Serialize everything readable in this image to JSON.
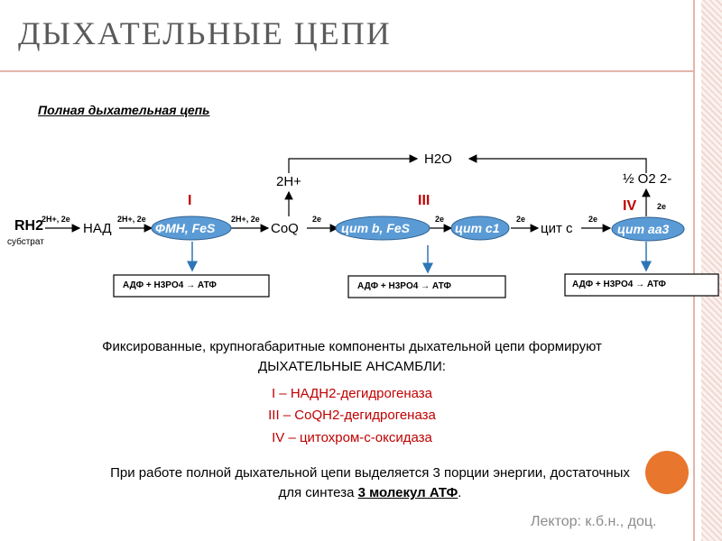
{
  "title": "ДЫХАТЕЛЬНЫЕ ЦЕПИ",
  "subtitle": "Полная дыхательная цепь",
  "chain": {
    "h2o": "H2O",
    "h_plus": "2H+",
    "half_o2": "½ O2 2-",
    "rh2": "RH2",
    "substrate": "субстрат",
    "nad": "НАД",
    "coq": "CoQ",
    "cyt_c": "цит с",
    "fmn": "ФМН, FeS",
    "cyt_b": "цит b, FeS",
    "cyt_c1": "цит c1",
    "cyt_aa3": "цит aa3",
    "label_2h_2e": "2H+, 2e",
    "label_2e": "2e",
    "roman_1": "I",
    "roman_3": "III",
    "roman_4": "IV",
    "atp_box": "АДФ + H3PO4 → АТФ"
  },
  "text": {
    "fixed_1": "Фиксированные, крупногабаритные компоненты дыхательной цепи формируют",
    "fixed_2": "ДЫХАТЕЛЬНЫЕ АНСАМБЛИ:",
    "ensemble_1": "I – НАДН2-дегидрогеназа",
    "ensemble_3": "III – CoQH2-дегидрогеназа",
    "ensemble_4": "IV – цитохром-с-оксидаза",
    "energy_1": "При работе полной дыхательной цепи выделяется 3 порции энергии, достаточных",
    "energy_2a": "для синтеза",
    "energy_2b": "3 молекул АТФ",
    "energy_2c": ".",
    "lecturer": "Лектор: к.б.н., доц."
  },
  "colors": {
    "ellipse": "#5b9bd5",
    "roman": "#c00000",
    "accent_circle": "#e8762d"
  }
}
